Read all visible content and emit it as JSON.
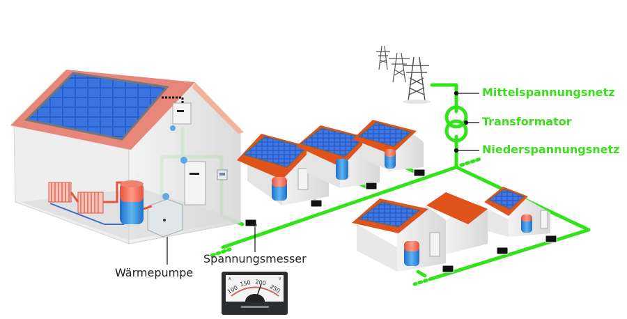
{
  "diagram": {
    "title": "Smart-Grid Niederspannungsnetz mit Photovoltaik",
    "colors": {
      "grid_line": "#33e31a",
      "label_green": "#3ddc1f",
      "roof_main": "#e8867a",
      "roof_tile": "#e0541c",
      "solar_panel": "#2b5fd0",
      "wall": "#e6e6e6",
      "hot_water": "#f0705a",
      "cold_water": "#2f8fe0"
    },
    "labels": {
      "medium_voltage": "Mittelspannungsnetz",
      "transformer": "Transformator",
      "low_voltage": "Niederspannungsnetz",
      "voltmeter": "Spannungsmesser",
      "heat_pump": "Wärmepumpe"
    },
    "meter": {
      "unit_left": "A",
      "unit_right": "V",
      "scale": [
        "100",
        "150",
        "200",
        "250"
      ],
      "reading": 205
    },
    "components": [
      "power-pylons",
      "transformer",
      "main-house",
      "neighbor-houses",
      "voltmeters",
      "heat-pump",
      "hot-water-tank",
      "radiators",
      "inverter",
      "battery-storage"
    ]
  }
}
